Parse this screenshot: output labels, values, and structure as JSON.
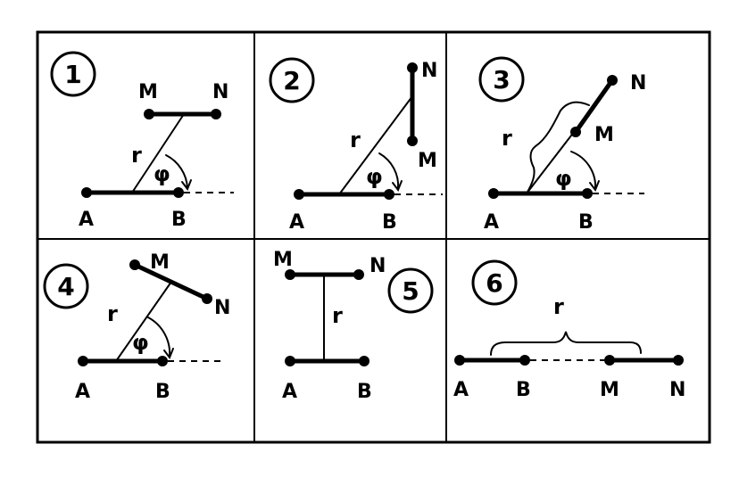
{
  "panels": [
    {
      "number": "1",
      "labels": {
        "a": "A",
        "b": "B",
        "m": "M",
        "n": "N"
      },
      "r": "r",
      "phi": "φ"
    },
    {
      "number": "2",
      "labels": {
        "a": "A",
        "b": "B",
        "m": "M",
        "n": "N"
      },
      "r": "r",
      "phi": "φ"
    },
    {
      "number": "3",
      "labels": {
        "a": "A",
        "b": "B",
        "m": "M",
        "n": "N"
      },
      "r": "r",
      "phi": "φ"
    },
    {
      "number": "4",
      "labels": {
        "a": "A",
        "b": "B",
        "m": "M",
        "n": "N"
      },
      "r": "r",
      "phi": "φ"
    },
    {
      "number": "5",
      "labels": {
        "a": "A",
        "b": "B",
        "m": "M",
        "n": "N"
      },
      "r": "r"
    },
    {
      "number": "6",
      "labels": {
        "a": "A",
        "b": "B",
        "m": "M",
        "n": "N"
      },
      "r": "r"
    }
  ]
}
